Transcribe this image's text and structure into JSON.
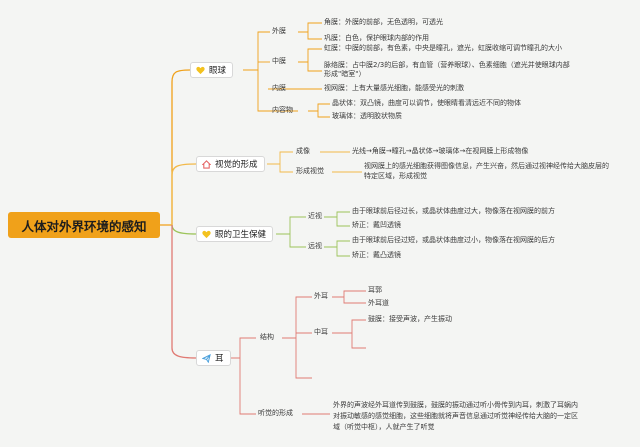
{
  "root": "人体对外界环境的感知",
  "icons": {
    "eye": "heart-icon",
    "vision": "home-icon",
    "hygiene": "heart-icon",
    "ear": "paper-plane-icon"
  },
  "colors": {
    "root": "#f0a11a",
    "eye_branch": "#f0a11a",
    "vision_branch": "#f2b94a",
    "hygiene_branch": "#9cc45a",
    "ear_branch": "#e07a73",
    "eye_icon": "#f3c21f",
    "vision_icon": "#e56565",
    "hygiene_icon": "#f3c21f",
    "ear_icon": "#4aa0dc"
  },
  "eye": {
    "label": "眼球",
    "outer": {
      "label": "外膜",
      "cornea": "角膜：外膜的前部，无色透明，可透光",
      "sclera": "巩膜：白色，保护眼球内部的作用"
    },
    "middle": {
      "label": "中膜",
      "iris": "虹膜：中膜的前部，有色素，中央是瞳孔，遮光，虹膜收缩可调节瞳孔的大小",
      "choroid_1": "脉络膜：占中膜2/3的后部，有血管（营养眼球）、色素细胞（遮光并使眼球内部",
      "choroid_2": "形成\"暗室\"）"
    },
    "inner": {
      "label": "内膜",
      "retina": "视网膜：上有大量感光细胞，能感受光的刺激"
    },
    "contents": {
      "label": "内容物",
      "lens": "晶状体：双凸镜，曲度可以调节，使眼睛看清远近不同的物体",
      "vitreous": "玻璃体：透明胶状物质"
    }
  },
  "vision": {
    "label": "视觉的形成",
    "imaging": {
      "label": "成像",
      "path": "光线→角膜→瞳孔→晶状体→玻璃体→在视网膜上形成物像"
    },
    "perception": {
      "label": "形成视觉",
      "text_1": "视网膜上的感光细胞获得图像信息，产生兴奋，然后通过视神经传给大脑皮层的",
      "text_2": "特定区域，形成视觉"
    }
  },
  "hygiene": {
    "label": "眼的卫生保健",
    "myopia": {
      "label": "近视",
      "cause": "由于眼球前后径过长，或晶状体曲度过大，物像落在视网膜的前方",
      "fix": "矫正：戴凹透镜"
    },
    "hyperopia": {
      "label": "远视",
      "cause": "由于眼球前后径过短，或晶状体曲度过小，物像落在视网膜的后方",
      "fix": "矫正：戴凸透镜"
    }
  },
  "ear": {
    "label": "耳",
    "structure": {
      "label": "结构",
      "outer": {
        "label": "外耳",
        "pinna": "耳郭",
        "canal": "外耳道"
      },
      "middle": {
        "label": "中耳",
        "eardrum": "鼓膜：接受声波，产生振动"
      }
    },
    "hearing": {
      "label": "听觉的形成",
      "text_1": "外界的声波经外耳道传到鼓膜，鼓膜的振动通过听小骨传到内耳，刺激了耳蜗内",
      "text_2": "对振动敏感的感觉细胞，这些细胞就将声音信息通过听觉神经传给大脑的一定区",
      "text_3": "域（听觉中枢），人就产生了听觉"
    }
  }
}
